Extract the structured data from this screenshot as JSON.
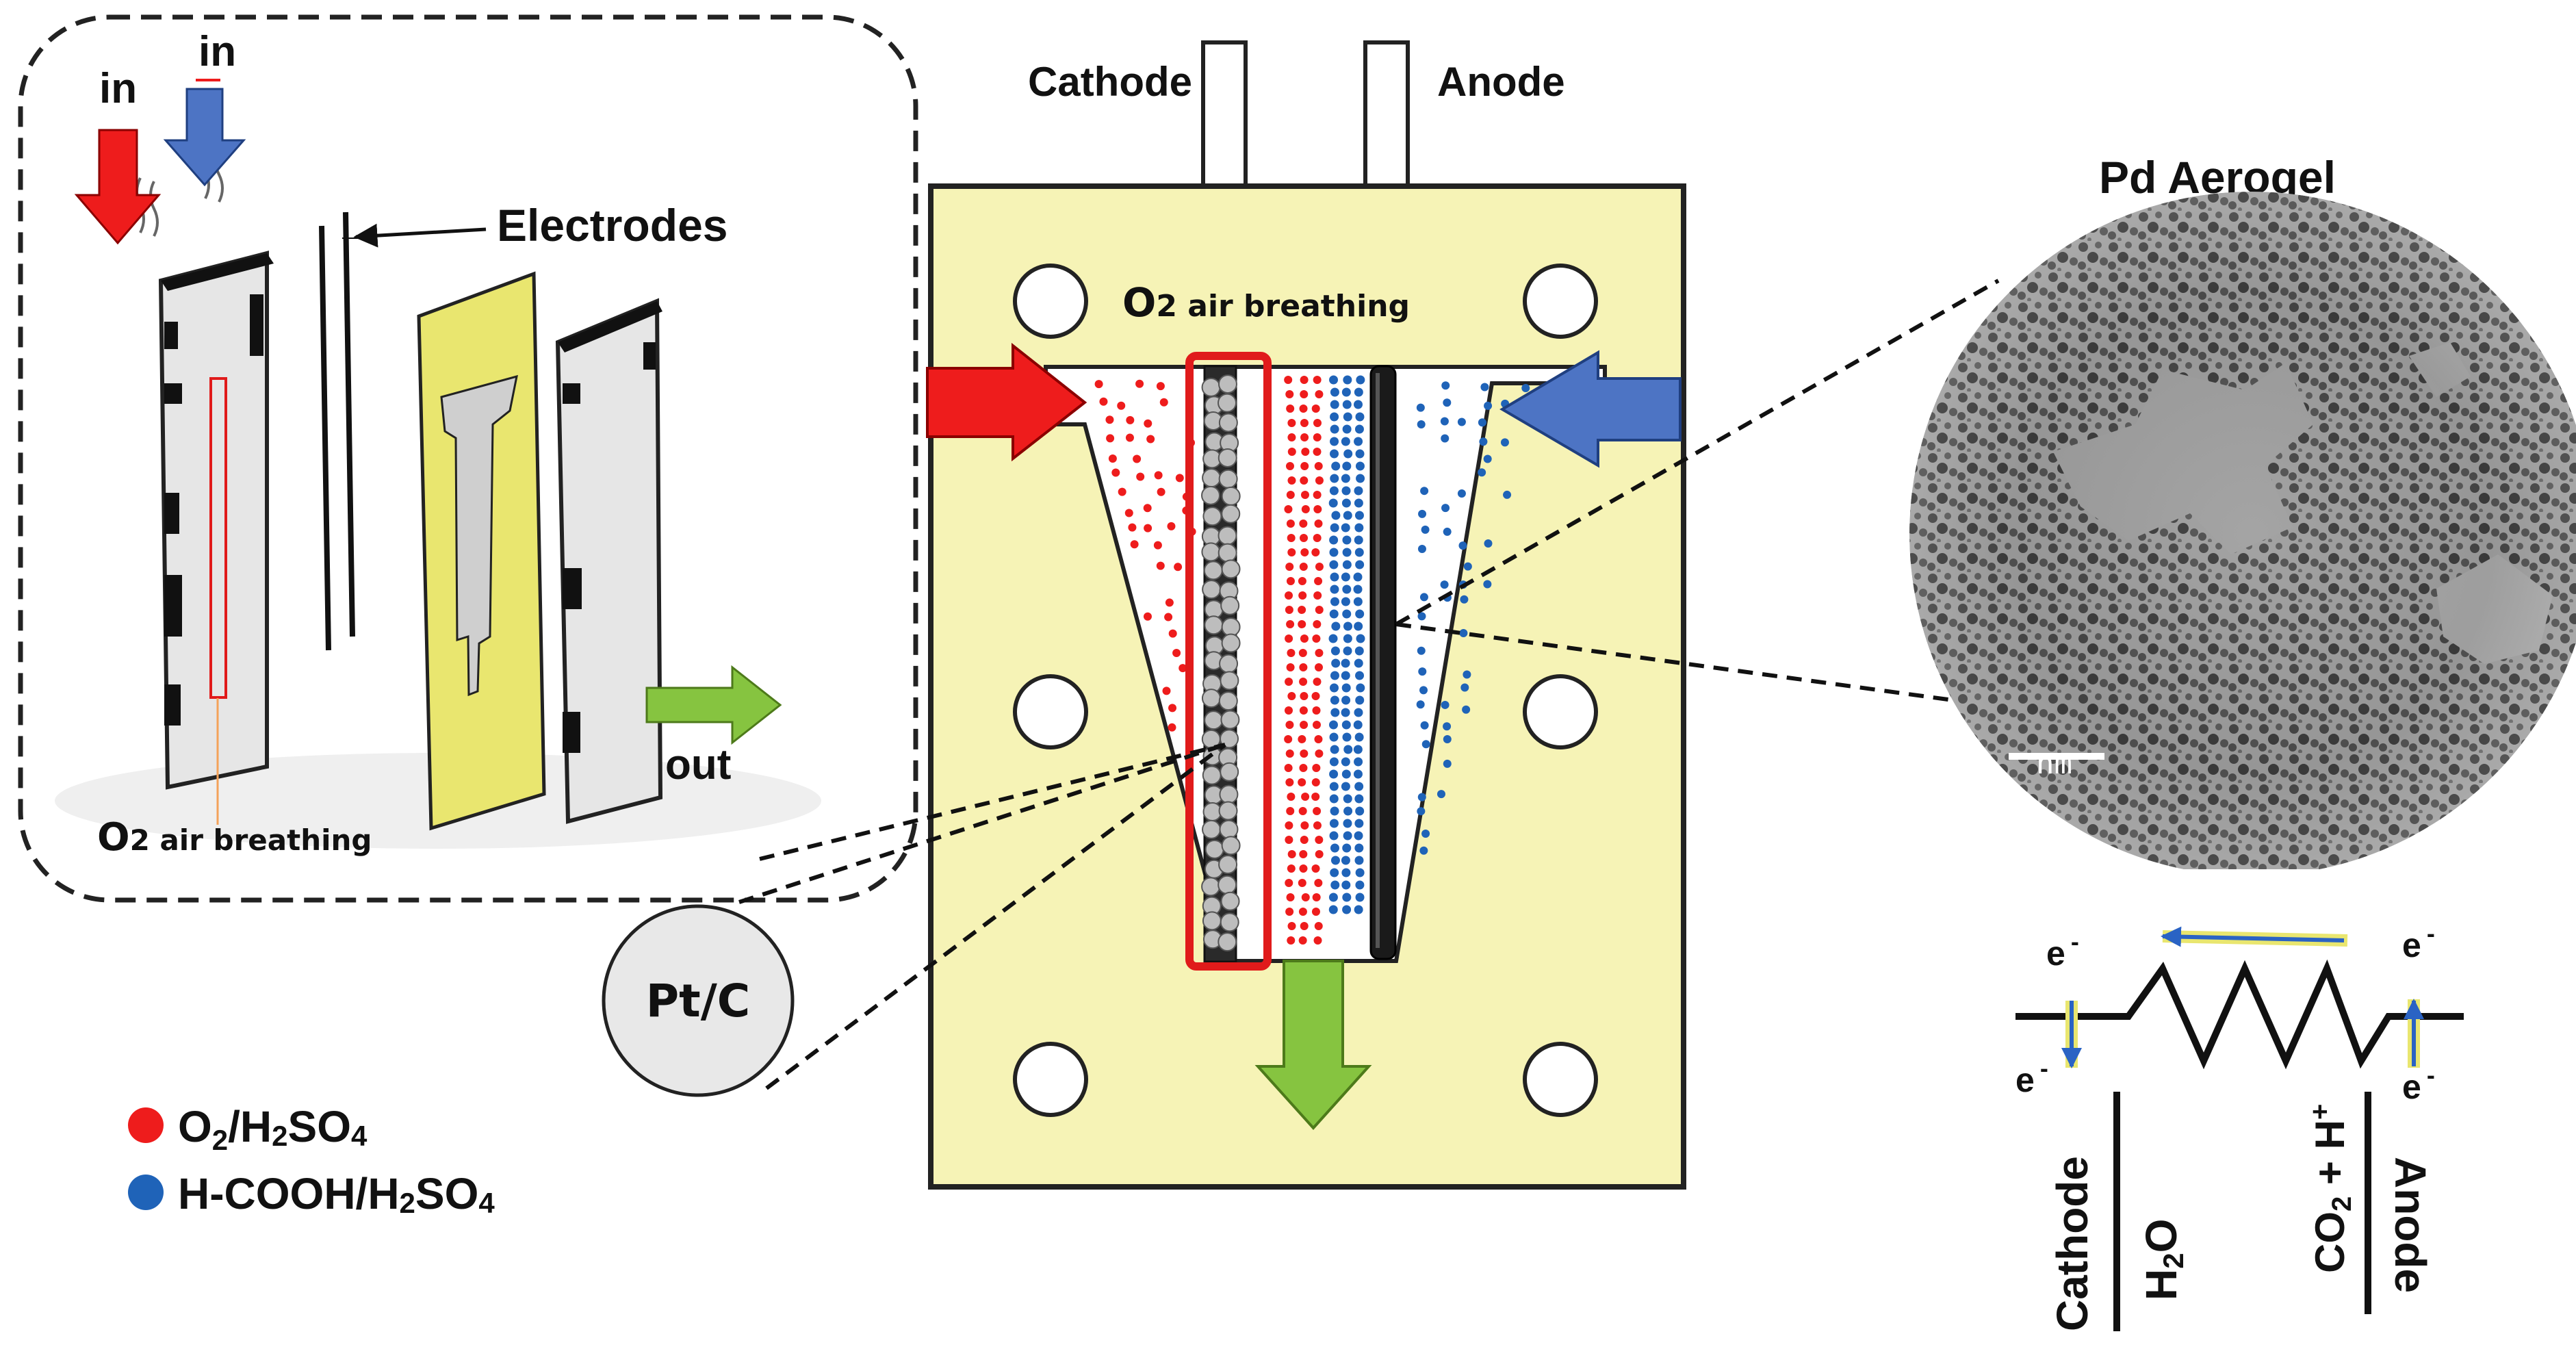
{
  "exploded_view": {
    "inlet_left": "in",
    "inlet_right": "in",
    "electrodes": "Electrodes",
    "outlet": "out",
    "o2_main": "O",
    "o2_rest": "2 air breathing"
  },
  "cell": {
    "cathode": "Cathode",
    "anode": "Anode",
    "o2_main": "O",
    "o2_rest": "2 air breathing"
  },
  "pt_c": "Pt/C",
  "aerogel": {
    "title": "Pd Aerogel",
    "scale": "nm"
  },
  "legend": {
    "items": [
      {
        "formula": "O2/H2SO4",
        "color": "#ee1c1c"
      },
      {
        "formula": "H-COOH/H2SO4",
        "color": "#1f63b8"
      }
    ]
  },
  "circuit": {
    "electron": "e",
    "electron_sup": "-",
    "cathode": "Cathode",
    "anode": "Anode",
    "water": "H2O",
    "co2": "CO2 + H+"
  },
  "colors": {
    "cell_body": "#f6f3b6",
    "red": "#ee1c1c",
    "blue": "#1f63b8",
    "green": "#86c440",
    "card": "#e9e66f"
  },
  "icons": {
    "inlet_arrows": "arrow-down-icon",
    "flow_arrows": "arrow-right-icon",
    "outlet_arrow": "arrow-down-icon"
  }
}
